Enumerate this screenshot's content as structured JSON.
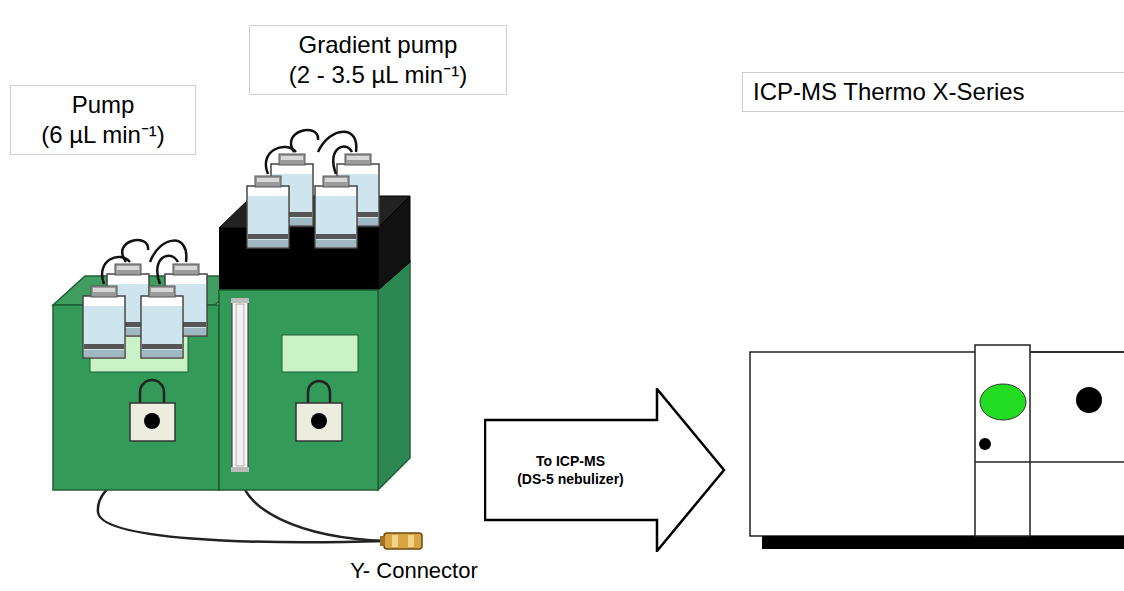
{
  "diagram": {
    "nodes": [
      {
        "text": [
          "Pump",
          "(6 µL min⁻¹)"
        ]
      },
      {
        "text": [
          "Gradient pump",
          "(2 - 3.5 µL min⁻¹)"
        ]
      },
      {
        "text": [
          "To ICP-MS",
          "(DS-5 nebulizer)"
        ]
      },
      {
        "text": [
          "ICP-MS Thermo X-Series"
        ]
      }
    ],
    "labels": [
      "Y- Connector"
    ]
  }
}
